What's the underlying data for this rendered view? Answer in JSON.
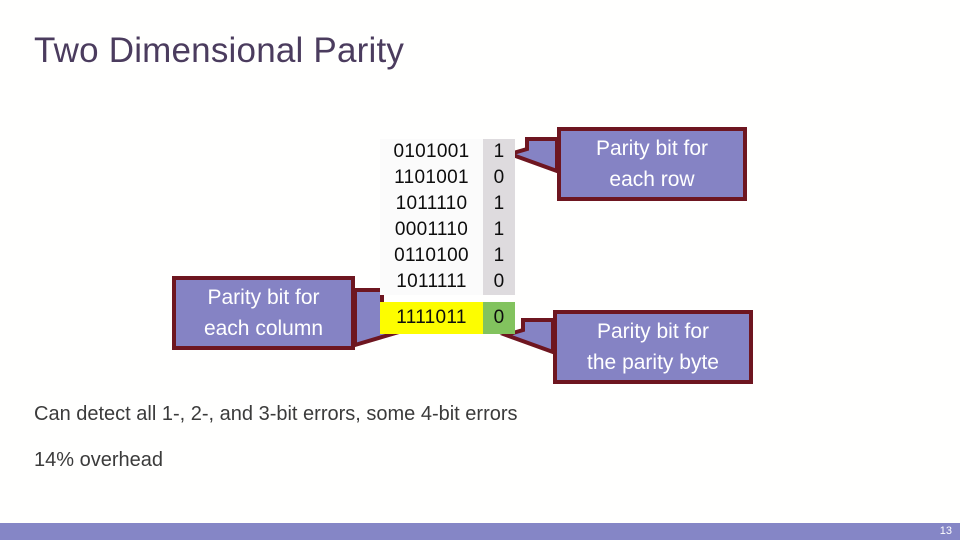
{
  "slide": {
    "title": "Two Dimensional Parity",
    "page_number": "13"
  },
  "colors": {
    "title": "#4b3c5e",
    "callout_fill": "#8583c4",
    "callout_border": "#6e1620",
    "callout_text": "#ffffff",
    "parity_byte_highlight": "#fdfd00",
    "parity_of_parity_highlight": "#82c35e",
    "parity_column_background": "#dedbde",
    "data_background": "#fbfbfb",
    "footer_bar": "#8586c6",
    "body_text": "#3b3b3b"
  },
  "table": {
    "rows": [
      {
        "data": "0101001",
        "parity": "1"
      },
      {
        "data": "1101001",
        "parity": "0"
      },
      {
        "data": "1011110",
        "parity": "1"
      },
      {
        "data": "0001110",
        "parity": "1"
      },
      {
        "data": "0110100",
        "parity": "1"
      },
      {
        "data": "1011111",
        "parity": "0"
      }
    ],
    "parity_byte": {
      "data": "1111011",
      "parity": "0"
    }
  },
  "callouts": {
    "row": {
      "line1": "Parity bit for",
      "line2": "each row"
    },
    "column": {
      "line1": "Parity bit for",
      "line2": "each column"
    },
    "byte": {
      "line1": "Parity bit for",
      "line2": "the parity byte"
    }
  },
  "bullets": [
    "Can detect all 1-, 2-, and 3-bit errors, some 4-bit errors",
    "14% overhead"
  ]
}
